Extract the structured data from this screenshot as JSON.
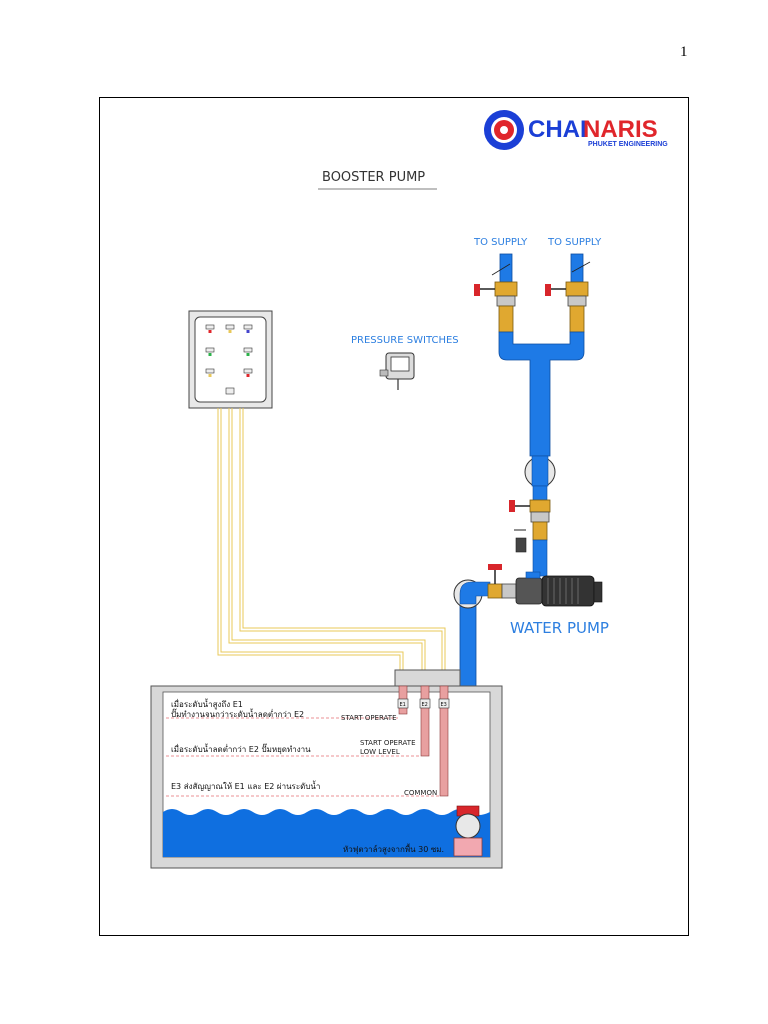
{
  "page_number": "1",
  "logo": {
    "name_part1": "CHAI",
    "name_part2": "NARIS",
    "subtitle": "PHUKET ENGINEERING",
    "color_blue": "#1b3fd6",
    "color_red": "#e0262b"
  },
  "title": "BOOSTER PUMP",
  "labels": {
    "supply_left": "TO SUPPLY",
    "supply_right": "TO SUPPLY",
    "pressure_switches": "PRESSURE SWITCHES",
    "water_pump": "WATER PUMP"
  },
  "tank": {
    "note_e1_line1": "เมื่อระดับน้ำสูงถึง E1",
    "note_e1_line2": "ปั๊มทำงานจนกว่าระดับน้ำลดต่ำกว่า E2",
    "tag_start_operate": "START OPERATE",
    "note_e2": "เมื่อระดับน้ำลดต่ำกว่า E2 ปั๊มหยุดทำงาน",
    "tag_start_operate_low_1": "START OPERATE",
    "tag_start_operate_low_2": "LOW LEVEL",
    "note_e3": "E3 ส่งสัญญาณให้ E1 และ E2 ผ่านระดับน้ำ",
    "tag_common": "COMMON",
    "foot_valve_note": "หัวฟุตวาล์วสูงจากพื้น 30 ซม.",
    "electrodes": [
      "E1",
      "E2",
      "E3"
    ]
  },
  "colors": {
    "pipe": "#1e7ae6",
    "water": "#0f6fe0",
    "wire": "#e8c85a",
    "valve_red": "#d8262b",
    "fitting": "#e0a830"
  }
}
